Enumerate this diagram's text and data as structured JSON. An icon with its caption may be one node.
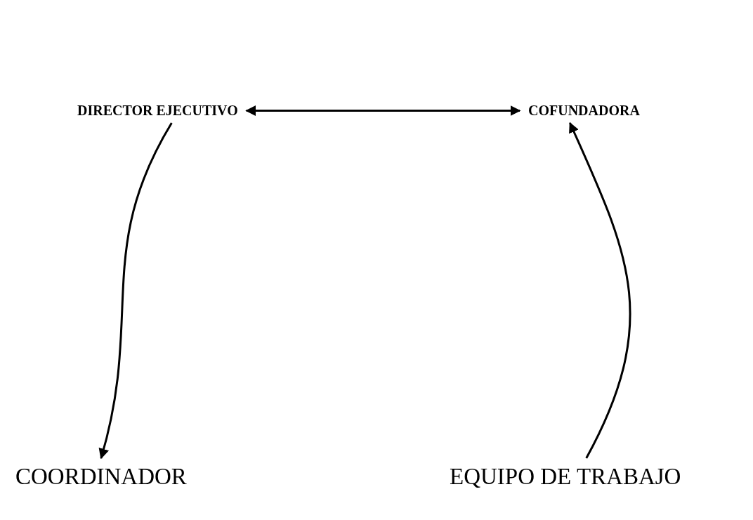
{
  "diagram": {
    "nodes": [
      {
        "text": [
          "DIRECTOR EJECUTIVO"
        ]
      },
      {
        "text": [
          "COFUNDADORA"
        ]
      },
      {
        "text": [
          "COORDINADOR"
        ]
      },
      {
        "text": [
          "EQUIPO DE TRABAJO"
        ]
      }
    ],
    "edges": [
      {
        "from": 0,
        "to": 1,
        "arrow": "both"
      },
      {
        "from": 0,
        "to": 2,
        "arrow": "to"
      },
      {
        "from": 3,
        "to": 1,
        "arrow": "to"
      }
    ]
  }
}
